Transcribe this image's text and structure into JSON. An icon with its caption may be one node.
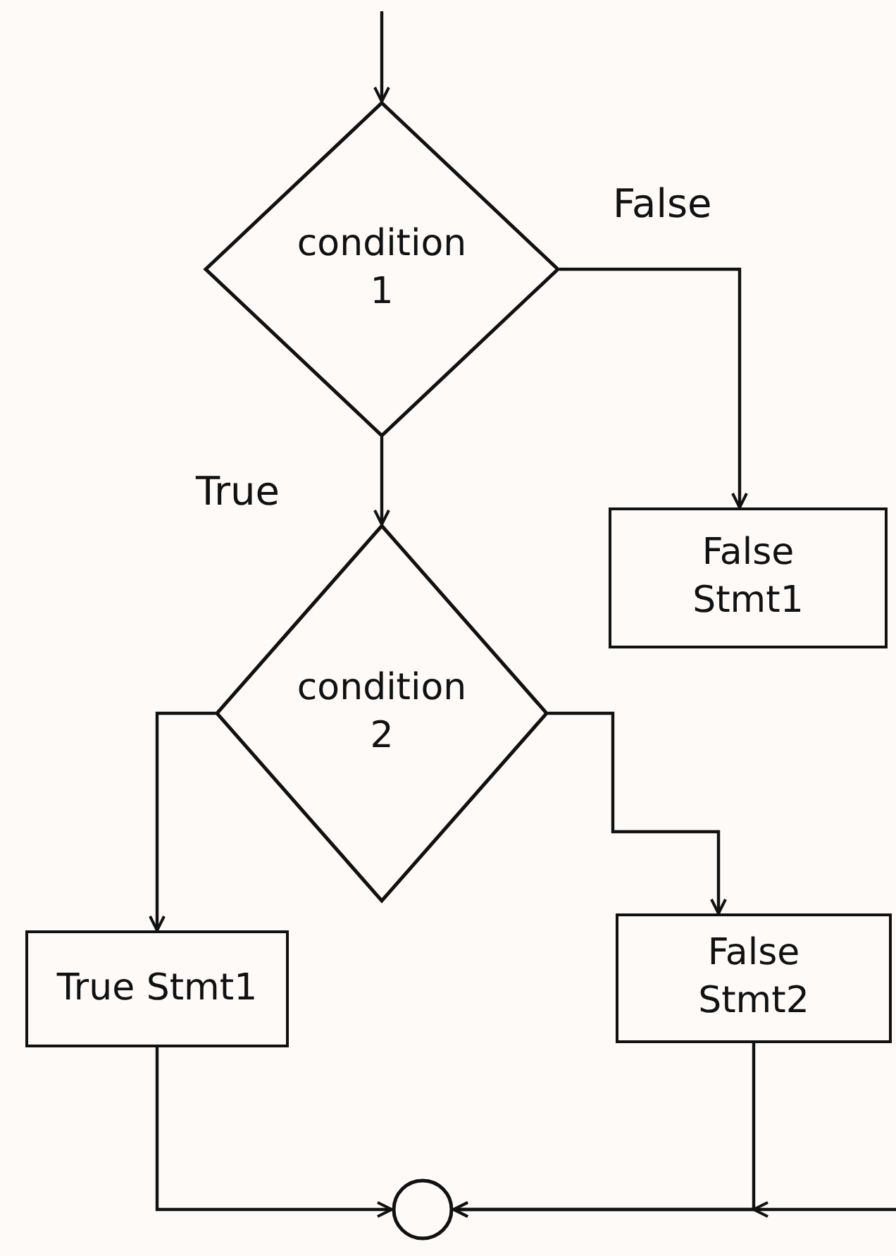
{
  "diagram": {
    "nodes": [
      {
        "text": [
          "condition 1"
        ]
      },
      {
        "text": [
          "False Stmt1"
        ]
      },
      {
        "text": [
          "condition 2"
        ]
      },
      {
        "text": [
          "True Stmt1"
        ]
      },
      {
        "text": [
          "False Stmt2"
        ]
      },
      {
        "text": [],
        "shape": "circle"
      }
    ],
    "edges": [
      {
        "from": null,
        "to": 0,
        "arrow": "to"
      },
      {
        "from": 0,
        "to": 1,
        "arrow": "to",
        "label": "False"
      },
      {
        "from": 0,
        "to": 2,
        "arrow": "to",
        "label": "True"
      },
      {
        "from": 2,
        "to": 3,
        "arrow": "to"
      },
      {
        "from": 2,
        "to": 4,
        "arrow": "to"
      },
      {
        "from": 3,
        "to": 5,
        "arrow": "to"
      },
      {
        "from": 4,
        "to": 5,
        "arrow": "to"
      },
      {
        "from": null,
        "to": 5,
        "arrow": "to"
      }
    ]
  }
}
